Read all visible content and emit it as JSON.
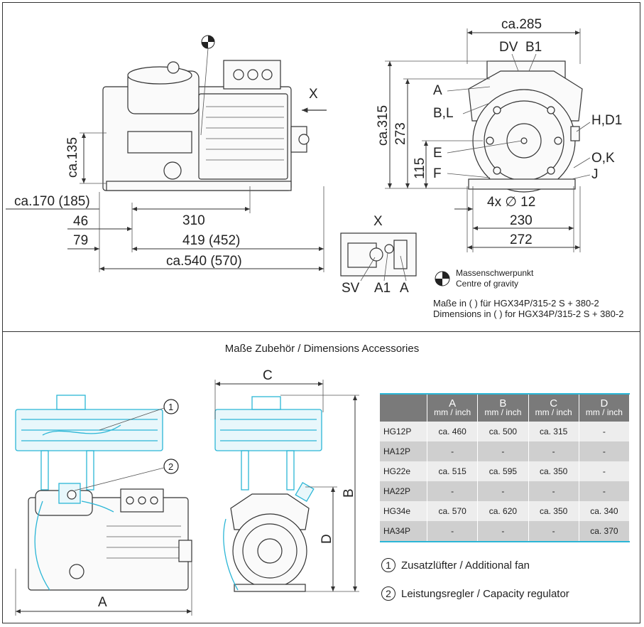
{
  "top": {
    "side_view": {
      "dims": {
        "ca135": "ca.135",
        "ca170": "ca.170 (185)",
        "d46": "46",
        "d310": "310",
        "d79": "79",
        "d419": "419 (452)",
        "ca540": "ca.540 (570)"
      },
      "view_arrow_label": "X"
    },
    "front_view": {
      "dims": {
        "ca285": "ca.285",
        "ca315": "ca.315",
        "d273": "273",
        "d115": "115",
        "holes": "4x ∅ 12",
        "d230": "230",
        "d272": "272"
      },
      "labels": {
        "dv": "DV",
        "b1": "B1",
        "a": "A",
        "bl": "B,L",
        "e": "E",
        "f": "F",
        "hd1": "H,D1",
        "ok": "O,K",
        "j": "J"
      }
    },
    "detail_x": {
      "title": "X",
      "labels": {
        "sv": "SV",
        "a1": "A1",
        "a": "A"
      }
    },
    "legend": {
      "cog_de": "Massenschwerpunkt",
      "cog_en": "Centre of gravity",
      "note_de": "Maße in ( ) für HGX34P/315-2 S + 380-2",
      "note_en": "Dimensions in ( ) for HGX34P/315-2 S + 380-2"
    }
  },
  "accessories": {
    "title": "Maße Zubehör / Dimensions Accessories",
    "drawing_labels": {
      "a": "A",
      "b": "B",
      "c": "C",
      "d": "D",
      "one": "1",
      "two": "2"
    },
    "table": {
      "headers": [
        {
          "letter": "A",
          "unit": "mm / inch"
        },
        {
          "letter": "B",
          "unit": "mm / inch"
        },
        {
          "letter": "C",
          "unit": "mm / inch"
        },
        {
          "letter": "D",
          "unit": "mm / inch"
        }
      ],
      "rows": [
        {
          "model": "HG12P",
          "a": "ca. 460",
          "b": "ca. 500",
          "c": "ca. 315",
          "d": "-"
        },
        {
          "model": "HA12P",
          "a": "-",
          "b": "-",
          "c": "-",
          "d": "-"
        },
        {
          "model": "HG22e",
          "a": "ca. 515",
          "b": "ca. 595",
          "c": "ca. 350",
          "d": "-"
        },
        {
          "model": "HA22P",
          "a": "-",
          "b": "-",
          "c": "-",
          "d": "-"
        },
        {
          "model": "HG34e",
          "a": "ca. 570",
          "b": "ca. 620",
          "c": "ca. 350",
          "d": "ca. 340"
        },
        {
          "model": "HA34P",
          "a": "-",
          "b": "-",
          "c": "-",
          "d": "ca. 370"
        }
      ]
    },
    "legend": [
      {
        "num": "1",
        "text": "Zusatzlüfter / Additional fan"
      },
      {
        "num": "2",
        "text": "Leistungsregler / Capacity regulator"
      }
    ]
  }
}
